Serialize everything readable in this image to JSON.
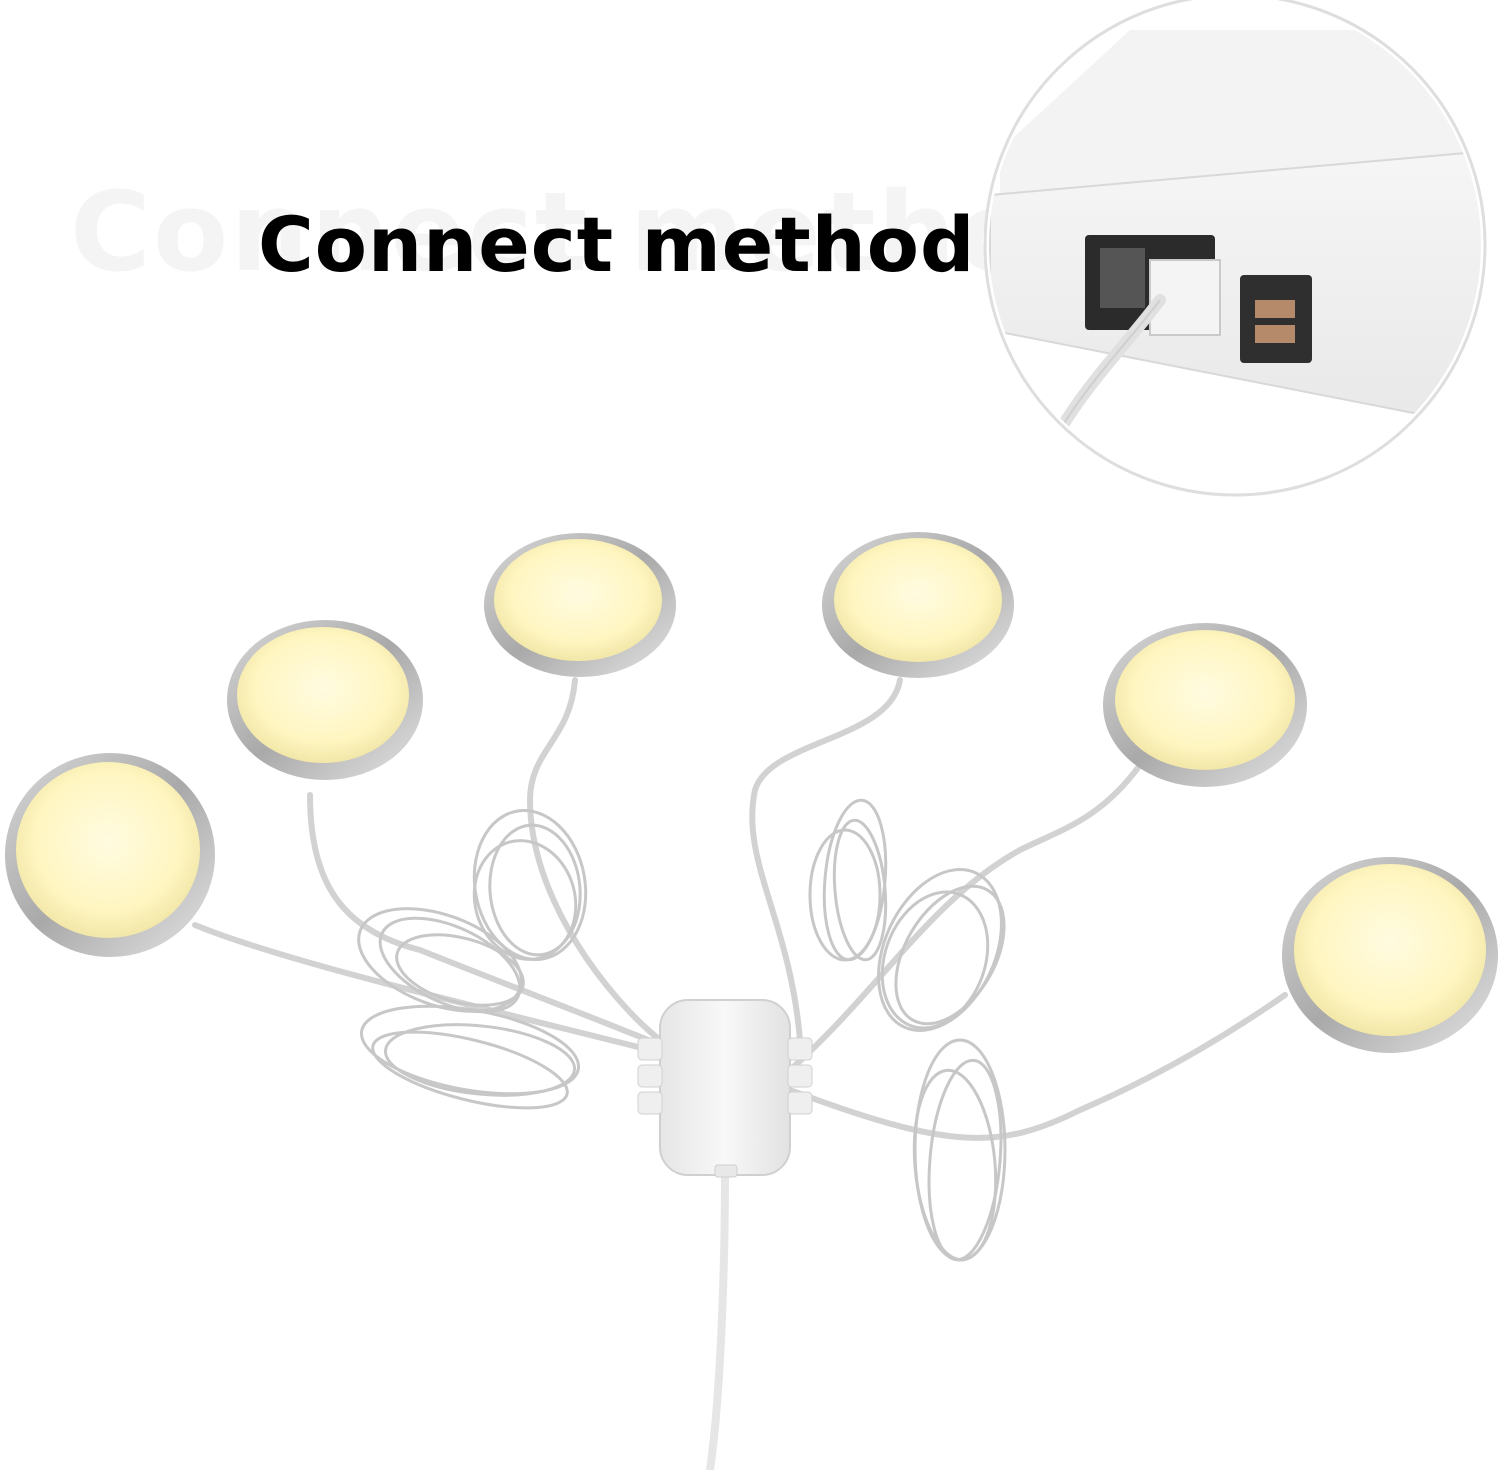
{
  "title": {
    "ghost": "Connect method",
    "main": "Connect method"
  },
  "colors": {
    "background": "#ffffff",
    "title": "#000000",
    "led_face": "#fff8c8",
    "rim": "#c4c4c4",
    "wire": "#d0d0d0",
    "hub": "#f2f2f2"
  },
  "objects": {
    "puck_light_count": 6,
    "hub_ports_per_side": 3,
    "inset_port_count": 2
  }
}
